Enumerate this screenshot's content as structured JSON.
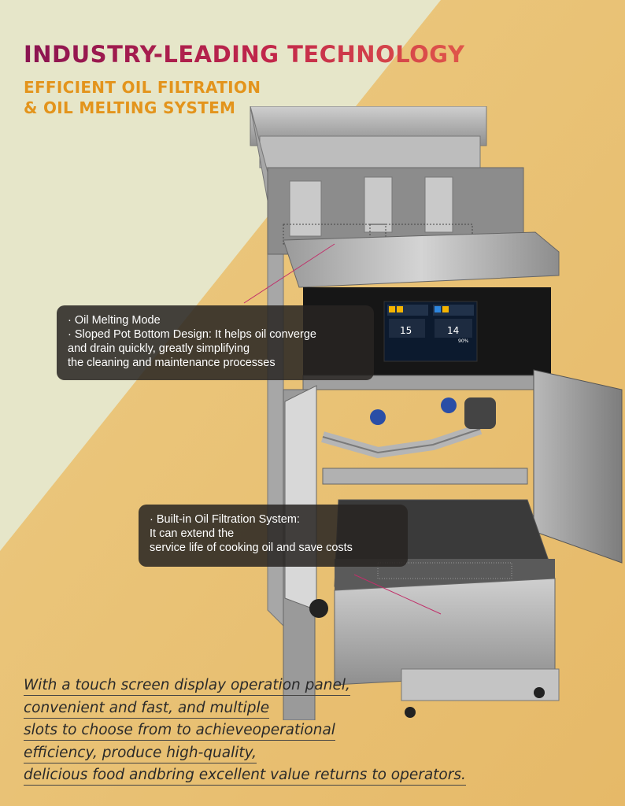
{
  "heading": {
    "title": "INDUSTRY-LEADING TECHNOLOGY",
    "subtitle_lines": [
      "EFFICIENT OIL FILTRATION",
      "& OIL MELTING SYSTEM"
    ]
  },
  "callouts": [
    {
      "lines": [
        "· Oil Melting Mode",
        "· Sloped Pot Bottom Design: It helps oil converge",
        "and drain quickly, greatly simplifying",
        "the cleaning and maintenance processes"
      ]
    },
    {
      "lines": [
        "· Built-in Oil Filtration System:",
        "It can extend the",
        "service life of cooking oil and save costs"
      ]
    }
  ],
  "panel": {
    "temp_left": "15",
    "temp_right": "14",
    "percent": "90%"
  },
  "footer_lines": [
    "With a touch screen display operation panel,",
    "convenient and fast, and multiple",
    "slots to choose from to achieveoperational",
    "efficiency, produce high-quality,",
    "delicious food andbring excellent value returns to operators."
  ],
  "colors": {
    "title_start": "#8a1451",
    "title_end": "#e0564a",
    "subtitle": "#e3941c",
    "bg_light": "#e7e6c8",
    "bg_warm": "#e8bf72",
    "callout_bg": "#2a2523"
  }
}
